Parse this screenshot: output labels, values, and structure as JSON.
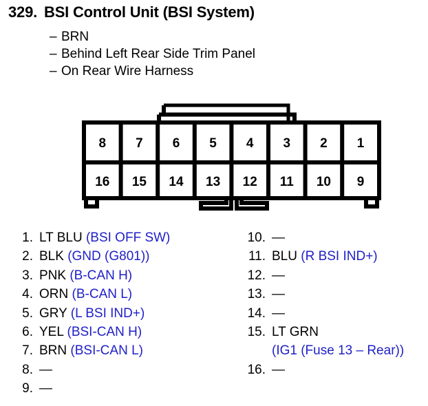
{
  "header": {
    "number": "329.",
    "title": "BSI Control Unit (BSI System)",
    "details": [
      {
        "dash": "–",
        "text": "BRN"
      },
      {
        "dash": "–",
        "text": "Behind Left Rear Side Trim Panel"
      },
      {
        "dash": "–",
        "text": "On Rear Wire Harness"
      }
    ]
  },
  "connector": {
    "name": "16-pin-connector-diagram",
    "rows": [
      {
        "cells": [
          "8",
          "7",
          "6",
          "5",
          "4",
          "3",
          "2",
          "1"
        ]
      },
      {
        "cells": [
          "16",
          "15",
          "14",
          "13",
          "12",
          "11",
          "10",
          "9"
        ]
      }
    ],
    "outline_color": "#000000",
    "fill_color": "#ffffff"
  },
  "pins": {
    "empty_marker": "—",
    "left": [
      {
        "num": "1.",
        "color": "LT BLU",
        "func": "(BSI OFF SW)"
      },
      {
        "num": "2.",
        "color": "BLK",
        "func": "(GND (G801))"
      },
      {
        "num": "3.",
        "color": "PNK",
        "func": "(B-CAN H)"
      },
      {
        "num": "4.",
        "color": "ORN",
        "func": "(B-CAN L)"
      },
      {
        "num": "5.",
        "color": "GRY",
        "func": "(L BSI IND+)"
      },
      {
        "num": "6.",
        "color": "YEL",
        "func": "(BSI-CAN H)"
      },
      {
        "num": "7.",
        "color": "BRN",
        "func": "(BSI-CAN L)"
      },
      {
        "num": "8.",
        "color": "—",
        "func": ""
      },
      {
        "num": "9.",
        "color": "—",
        "func": ""
      }
    ],
    "right": [
      {
        "num": "10.",
        "color": "—",
        "func": ""
      },
      {
        "num": "11.",
        "color": "BLU",
        "func": "(R BSI IND+)"
      },
      {
        "num": "12.",
        "color": "—",
        "func": ""
      },
      {
        "num": "13.",
        "color": "—",
        "func": ""
      },
      {
        "num": "14.",
        "color": "—",
        "func": ""
      },
      {
        "num": "15.",
        "color": "LT GRN",
        "func": "",
        "func2": "(IG1 (Fuse 13 – Rear))"
      },
      {
        "num": "16.",
        "color": "—",
        "func": ""
      }
    ]
  },
  "colors": {
    "text": "#000000",
    "function_blue": "#2020c8",
    "background": "#ffffff"
  }
}
